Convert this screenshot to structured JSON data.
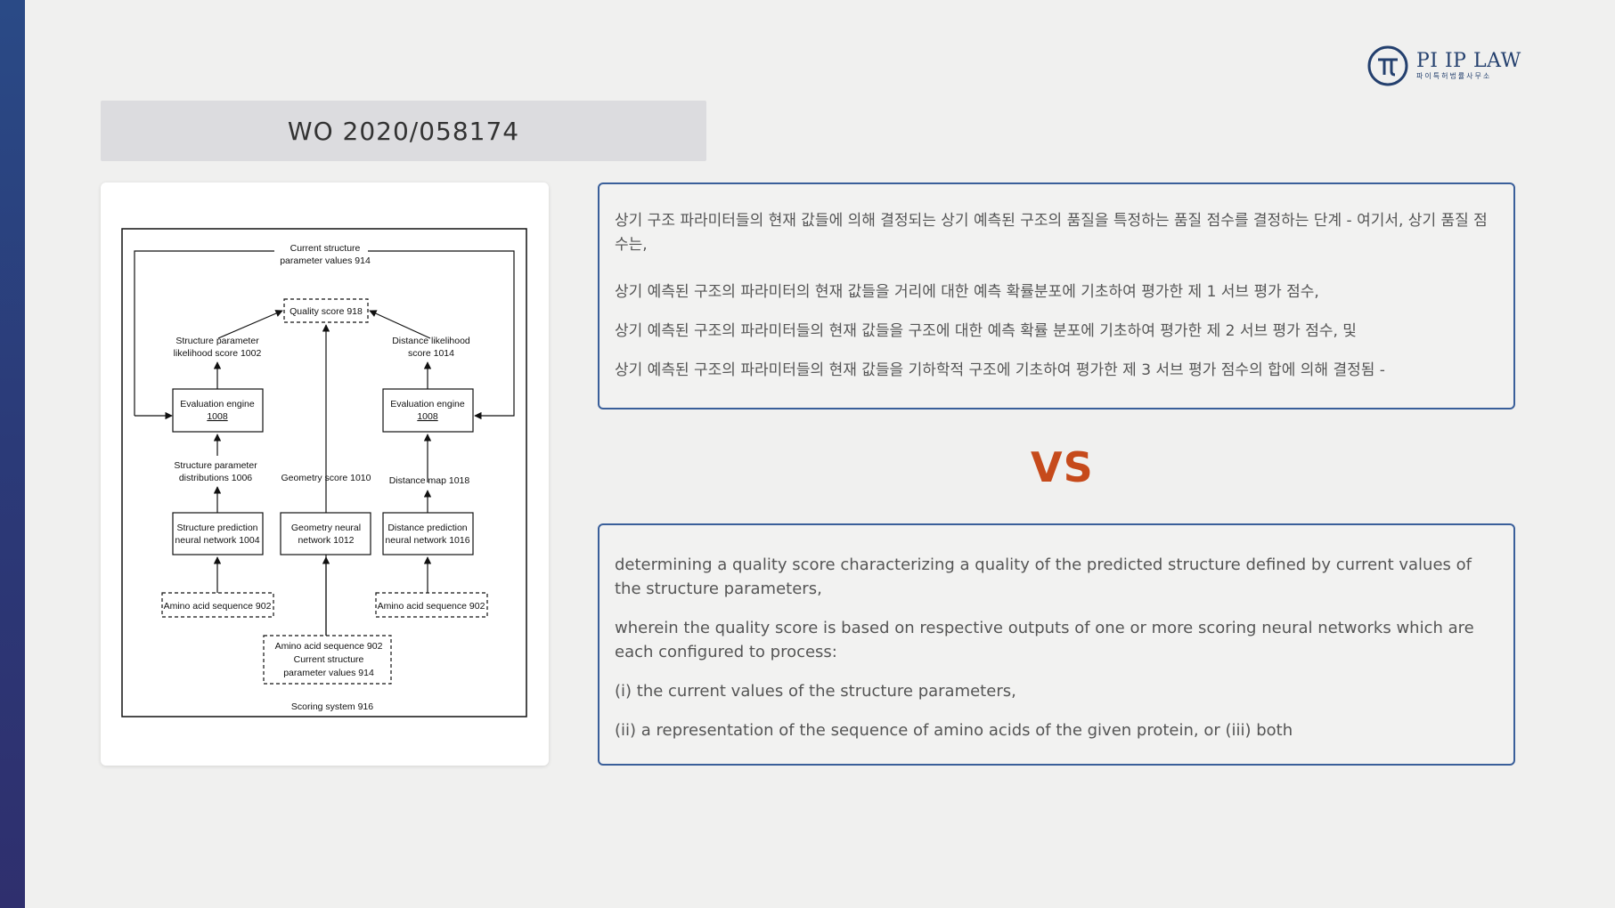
{
  "logo": {
    "main": "PI IP LAW",
    "sub": "파이특허법률사무소",
    "icon": "pi-ip-law-emblem-icon"
  },
  "title": "WO 2020/058174",
  "figure": {
    "current_structure": [
      "Current structure",
      "parameter values 914"
    ],
    "quality_score": "Quality score 918",
    "spl_score": [
      "Structure parameter",
      "likelihood score 1002"
    ],
    "dl_score": [
      "Distance likelihood",
      "score 1014"
    ],
    "eval_left": [
      "Evaluation engine",
      "1008"
    ],
    "eval_right": [
      "Evaluation engine",
      "1008"
    ],
    "sp_dist": [
      "Structure parameter",
      "distributions 1006"
    ],
    "geometry_score": "Geometry score 1010",
    "distance_map": "Distance map 1018",
    "sp_nn": [
      "Structure prediction",
      "neural network 1004"
    ],
    "geo_nn": [
      "Geometry neural",
      "network 1012"
    ],
    "dp_nn": [
      "Distance prediction",
      "neural network 1016"
    ],
    "aa_left": "Amino acid sequence 902",
    "aa_right": "Amino acid sequence 902",
    "aa_bottom": [
      "Amino acid sequence 902",
      "Current structure",
      "parameter values 914"
    ],
    "scoring_system": "Scoring system 916"
  },
  "korean_claim": {
    "paragraphs": [
      "상기 구조 파라미터들의 현재 값들에 의해 결정되는 상기 예측된 구조의 품질을 특정하는 품질 점수를 결정하는 단계 - 여기서, 상기 품질 점수는,",
      "상기 예측된 구조의 파라미터의 현재 값들을 거리에 대한 예측 확률분포에 기초하여 평가한 제 1 서브 평가 점수,",
      "상기 예측된 구조의 파라미터들의 현재 값들을 구조에 대한 예측 확률 분포에 기초하여 평가한 제 2 서브 평가 점수, 및",
      "상기 예측된 구조의 파라미터들의 현재 값들을 기하학적 구조에 기초하여 평가한 제 3 서브 평가 점수의 합에 의해 결정됨 -"
    ]
  },
  "vs_label": "VS",
  "english_claim": {
    "paragraphs": [
      "determining a quality score characterizing a quality of the predicted structure defined by current values of the structure parameters,",
      "wherein the quality score is based on respective outputs of one or more scoring neural networks which are each configured to process:",
      "(i) the current values of the structure parameters,",
      "(ii) a representation of the sequence of amino acids of the given protein, or (iii) both"
    ]
  },
  "colors": {
    "accent": "#c64a1b",
    "panel_border": "#3a5f9a",
    "brand": "#24406e"
  }
}
